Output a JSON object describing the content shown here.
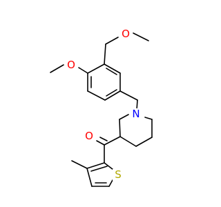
{
  "atoms": {
    "o_methoxy_top": {
      "label": "O",
      "color": "#ff0000"
    },
    "o_methoxy_ring": {
      "label": "O",
      "color": "#ff0000"
    },
    "n_piperidine": {
      "label": "N",
      "color": "#0000ff"
    },
    "o_carbonyl": {
      "label": "O",
      "color": "#ff0000"
    },
    "s_thiophene": {
      "label": "S",
      "color": "#b2a800"
    }
  }
}
